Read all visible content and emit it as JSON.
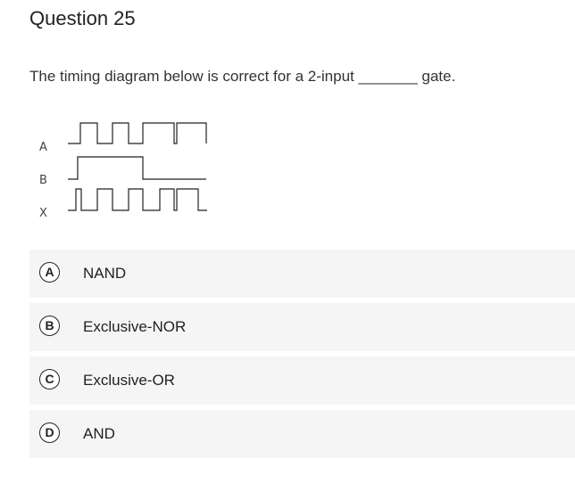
{
  "question": {
    "title": "Question 25",
    "prompt": "The timing diagram below is correct for a 2-input _______ gate."
  },
  "diagram": {
    "signals": [
      {
        "label": "A"
      },
      {
        "label": "B"
      },
      {
        "label": "X"
      }
    ]
  },
  "choices": [
    {
      "letter": "A",
      "text": "NAND"
    },
    {
      "letter": "B",
      "text": "Exclusive-NOR"
    },
    {
      "letter": "C",
      "text": "Exclusive-OR"
    },
    {
      "letter": "D",
      "text": "AND"
    }
  ]
}
